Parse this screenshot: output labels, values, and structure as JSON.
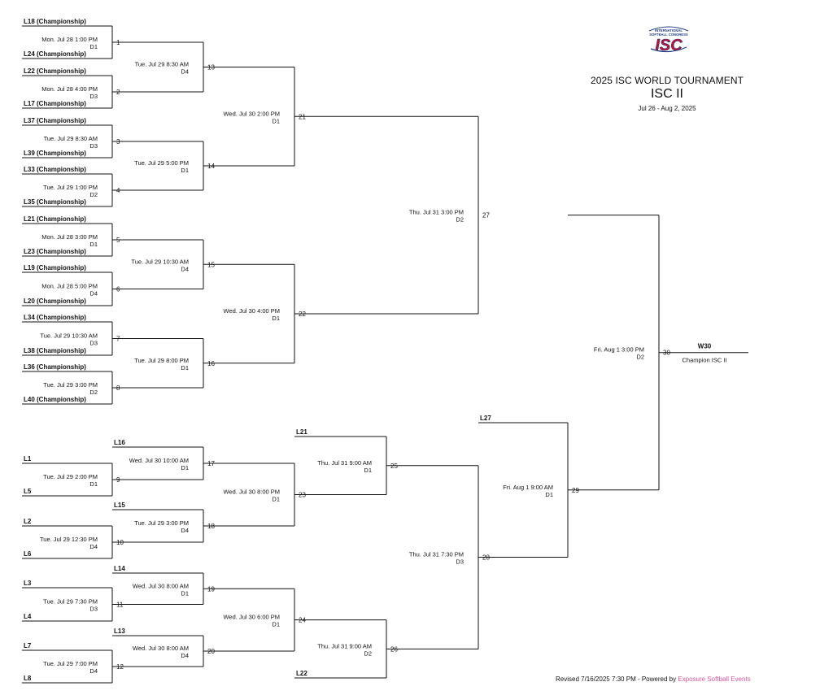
{
  "header": {
    "title": "2025 ISC WORLD TOURNAMENT",
    "subtitle": "ISC II",
    "dates": "Jul 26 - Aug 2, 2025",
    "logo_text_top": "INTERNATIONAL SOFTBALL CONGRESS",
    "logo_text_main": "ISC"
  },
  "footer": {
    "revised": "Revised 7/16/2025 7:30 PM - Powered by ",
    "powered": "Exposure Softball Events"
  },
  "colors": {
    "line": "#111111",
    "link": "#e0559a",
    "logo_red": "#c8102e",
    "logo_blue": "#1f3c88"
  },
  "games": {
    "g1": {
      "no": "1",
      "date": "Mon. Jul 28 1:00 PM",
      "field": "D1",
      "top": "L18 (Championship)",
      "bottom": "L24 (Championship)"
    },
    "g2": {
      "no": "2",
      "date": "Mon. Jul 28 4:00 PM",
      "field": "D3",
      "top": "L22 (Championship)",
      "bottom": "L17 (Championship)"
    },
    "g3": {
      "no": "3",
      "date": "Tue. Jul 29 8:30 AM",
      "field": "D3",
      "top": "L37 (Championship)",
      "bottom": "L39 (Championship)"
    },
    "g4": {
      "no": "4",
      "date": "Tue. Jul 29 1:00 PM",
      "field": "D2",
      "top": "L33 (Championship)",
      "bottom": "L35 (Championship)"
    },
    "g5": {
      "no": "5",
      "date": "Mon. Jul 28 3:00 PM",
      "field": "D1",
      "top": "L21 (Championship)",
      "bottom": "L23 (Championship)"
    },
    "g6": {
      "no": "6",
      "date": "Mon. Jul 28 5:00 PM",
      "field": "D4",
      "top": "L19 (Championship)",
      "bottom": "L20 (Championship)"
    },
    "g7": {
      "no": "7",
      "date": "Tue. Jul 29 10:30 AM",
      "field": "D3",
      "top": "L34 (Championship)",
      "bottom": "L38 (Championship)"
    },
    "g8": {
      "no": "8",
      "date": "Tue. Jul 29 3:00 PM",
      "field": "D2",
      "top": "L36 (Championship)",
      "bottom": "L40 (Championship)"
    },
    "g13": {
      "no": "13",
      "date": "Tue. Jul 29 8:30 AM",
      "field": "D4"
    },
    "g14": {
      "no": "14",
      "date": "Tue. Jul 29 5:00 PM",
      "field": "D1"
    },
    "g15": {
      "no": "15",
      "date": "Tue. Jul 29 10:30 AM",
      "field": "D4"
    },
    "g16": {
      "no": "16",
      "date": "Tue. Jul 29 8:00 PM",
      "field": "D1"
    },
    "g21": {
      "no": "21",
      "date": "Wed. Jul 30 2:00 PM",
      "field": "D1"
    },
    "g22": {
      "no": "22",
      "date": "Wed. Jul 30 4:00 PM",
      "field": "D1"
    },
    "g27": {
      "no": "27",
      "date": "Thu. Jul 31 3:00 PM",
      "field": "D2"
    },
    "g30": {
      "no": "30",
      "date": "Fri. Aug 1 3:00 PM",
      "field": "D2",
      "winner": "W30",
      "champion": "Champion ISC II"
    },
    "g9": {
      "no": "9",
      "date": "Tue. Jul 29 2:00 PM",
      "field": "D1",
      "top": "L1",
      "bottom": "L5"
    },
    "g10": {
      "no": "10",
      "date": "Tue. Jul 29 12:30 PM",
      "field": "D4",
      "top": "L2",
      "bottom": "L6"
    },
    "g11": {
      "no": "11",
      "date": "Tue. Jul 29 7:30 PM",
      "field": "D3",
      "top": "L3",
      "bottom": "L4"
    },
    "g12": {
      "no": "12",
      "date": "Tue. Jul 29 7:00 PM",
      "field": "D4",
      "top": "L7",
      "bottom": "L8"
    },
    "g17": {
      "no": "17",
      "date": "Wed. Jul 30 10:00 AM",
      "field": "D1",
      "top": "L16"
    },
    "g18": {
      "no": "18",
      "date": "Tue. Jul 29 3:00 PM",
      "field": "D4",
      "top": "L15"
    },
    "g19": {
      "no": "19",
      "date": "Wed. Jul 30 8:00 AM",
      "field": "D1",
      "top": "L14"
    },
    "g20": {
      "no": "20",
      "date": "Wed. Jul 30 8:00 AM",
      "field": "D4",
      "top": "L13"
    },
    "g23": {
      "no": "23",
      "date": "Wed. Jul 30 8:00 PM",
      "field": "D1"
    },
    "g24": {
      "no": "24",
      "date": "Wed. Jul 30 6:00 PM",
      "field": "D1"
    },
    "g25": {
      "no": "25",
      "date": "Thu. Jul 31 9:00 AM",
      "field": "D1",
      "top": "L21"
    },
    "g26": {
      "no": "26",
      "date": "Thu. Jul 31 9:00 AM",
      "field": "D2",
      "bottom": "L22"
    },
    "g28": {
      "no": "28",
      "date": "Thu. Jul 31 7:30 PM",
      "field": "D3"
    },
    "g29": {
      "no": "29",
      "date": "Fri. Aug 1 9:00 AM",
      "field": "D1",
      "top": "L27"
    }
  }
}
